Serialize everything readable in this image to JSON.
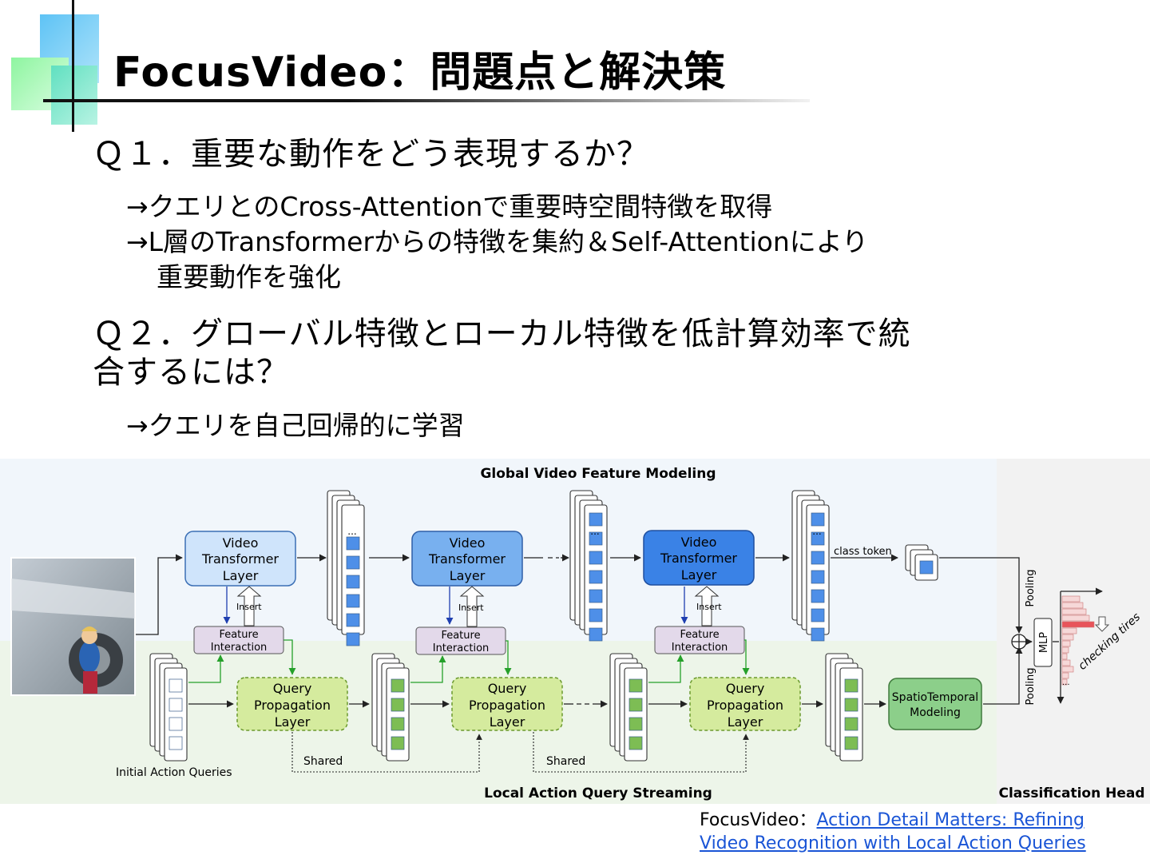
{
  "slide": {
    "title": "FocusVideo：問題点と解決策",
    "q1": "Ｑ１．重要な動作をどう表現するか？",
    "a1_line1": "→クエリとのCross-Attentionで重要時空間特徴を取得",
    "a1_line2": "→L層のTransformerからの特徴を集約＆Self-Attentionにより",
    "a1_line3": "重要動作を強化",
    "q2_line1": "Ｑ２．グローバル特徴とローカル特徴を低計算効率で統",
    "q2_line2": "合するには？",
    "a2": "→クエリを自己回帰的に学習"
  },
  "diagram": {
    "top_title": "Global Video Feature Modeling",
    "bottom_title": "Local Action Query Streaming",
    "head_title": "Classification Head",
    "vt_line1": "Video",
    "vt_line2": "Transformer",
    "vt_line3": "Layer",
    "fi_line1": "Feature",
    "fi_line2": "Interaction",
    "qp_line1": "Query",
    "qp_line2": "Propagation",
    "qp_line3": "Layer",
    "insert": "Insert",
    "shared": "Shared",
    "initial_queries": "Initial Action Queries",
    "class_token": "class token",
    "st_line1": "SpatioTemporal",
    "st_line2": "Modeling",
    "pooling": "Pooling",
    "mlp": "MLP",
    "prediction": "checking tires",
    "ellipsis": "...",
    "colors": {
      "vt": [
        "#cfe4fb",
        "#78b0ef",
        "#3a82e6"
      ],
      "token": "#4e8fe8",
      "query": "#7dbd54",
      "qp_fill": "#d5eb9e",
      "fi_fill": "#e3d9ea",
      "st_fill": "#8ccf8a"
    }
  },
  "reference": {
    "prefix": "FocusVideo：",
    "link_line1": "Action Detail Matters: Refining",
    "link_line2": "Video Recognition with Local Action Queries"
  }
}
